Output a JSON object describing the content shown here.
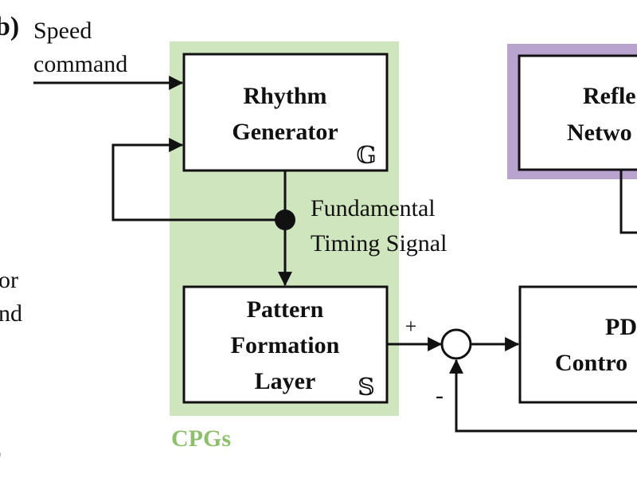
{
  "panel_label": "b)",
  "inputs": {
    "speed_command_line1": "Speed",
    "speed_command_line2": "command",
    "left_partial_line1": "or",
    "left_partial_line2": "nd"
  },
  "cpg_group": {
    "label": "CPGs",
    "fill_color": "#cfe5bd",
    "label_color": "#8dbf6c"
  },
  "blocks": {
    "rhythm_generator": {
      "line1": "Rhythm",
      "line2": "Generator",
      "symbol": "𝔾"
    },
    "pattern_formation": {
      "line1": "Pattern",
      "line2": "Formation",
      "line3": "Layer",
      "symbol": "𝕊"
    },
    "reflex_network": {
      "line1": "Refle",
      "line2": "Netwo",
      "border_color": "#b9a3cf"
    },
    "pd_controller": {
      "line1": "PD",
      "line2": "Contro"
    }
  },
  "signals": {
    "fundamental_line1": "Fundamental",
    "fundamental_line2": "Timing Signal"
  },
  "summing_junction": {
    "plus": "+",
    "minus": "-"
  }
}
